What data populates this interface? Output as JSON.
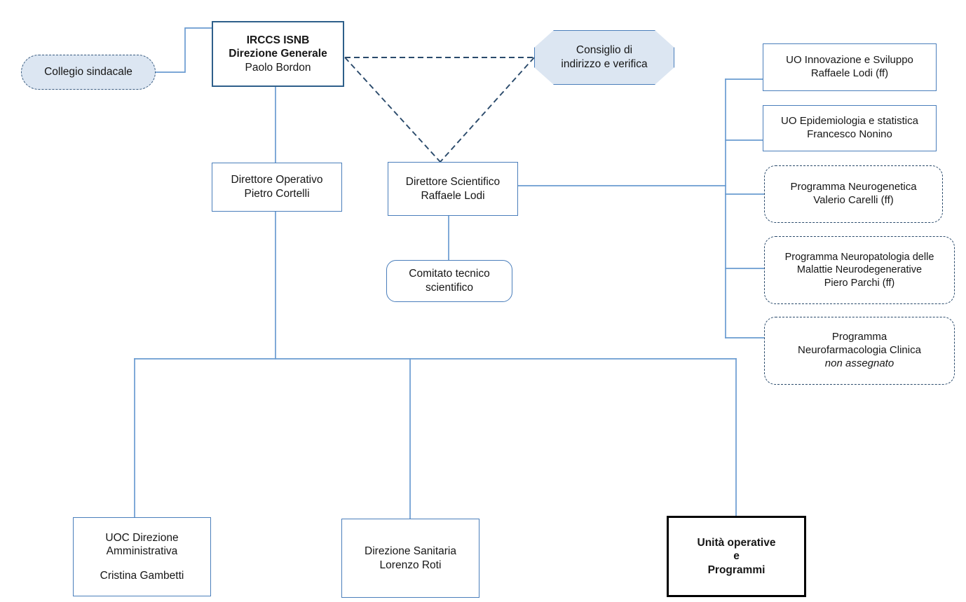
{
  "chart_data": {
    "type": "diagram",
    "title": "Organigramma IRCCS ISNB",
    "diagram_kind": "organizational-chart",
    "colors": {
      "connector": "#6a9bd1",
      "node_border_blue": "#4a7ebb",
      "node_border_navy": "#2e5f8a",
      "dashed_border": "#2a4a6b",
      "fill_light_blue": "#dce6f2",
      "fill_white": "#ffffff",
      "black_border": "#000000",
      "text": "#161616"
    }
  },
  "nodes": {
    "collegio_sindacale": {
      "lines": [
        "Collegio sindacale"
      ],
      "shape": "rounded-dashed-filled"
    },
    "direzione_generale": {
      "lines": [
        "IRCCS ISNB",
        "Direzione Generale",
        "Paolo Bordon"
      ],
      "shape": "rectangle"
    },
    "consiglio": {
      "lines": [
        "Consiglio di",
        "indirizzo e verifica"
      ],
      "shape": "octagon"
    },
    "direttore_operativo": {
      "lines": [
        "Direttore Operativo",
        "Pietro Cortelli"
      ],
      "shape": "rectangle"
    },
    "direttore_scientifico": {
      "lines": [
        "Direttore Scientifico",
        "Raffaele Lodi"
      ],
      "shape": "rectangle"
    },
    "comitato_tecnico": {
      "lines": [
        "Comitato tecnico",
        "scientifico"
      ],
      "shape": "rounded"
    },
    "uo_innovazione": {
      "lines": [
        "UO Innovazione e Sviluppo",
        "Raffaele Lodi (ff)"
      ],
      "shape": "rectangle"
    },
    "uo_epidemiologia": {
      "lines": [
        "UO Epidemiologia e statistica",
        "Francesco Nonino"
      ],
      "shape": "rectangle"
    },
    "prog_neurogenetica": {
      "lines": [
        "Programma Neurogenetica",
        "Valerio Carelli (ff)"
      ],
      "shape": "rounded-dashed"
    },
    "prog_neuropatologia": {
      "lines": [
        "Programma Neuropatologia delle",
        "Malattie Neurodegenerative",
        "Piero Parchi (ff)"
      ],
      "shape": "rounded-dashed"
    },
    "prog_neurofarmacologia": {
      "lines": [
        "Programma",
        "Neurofarmacologia Clinica",
        "non assegnato"
      ],
      "shape": "rounded-dashed"
    },
    "uoc_amministrativa": {
      "lines": [
        "UOC Direzione",
        "Amministrativa",
        "",
        "Cristina Gambetti"
      ],
      "shape": "rectangle"
    },
    "direzione_sanitaria": {
      "lines": [
        "Direzione Sanitaria",
        "Lorenzo Roti"
      ],
      "shape": "rectangle"
    },
    "unita_operative": {
      "lines": [
        "Unità operative",
        "e",
        "Programmi"
      ],
      "shape": "rectangle-bold-black"
    }
  }
}
